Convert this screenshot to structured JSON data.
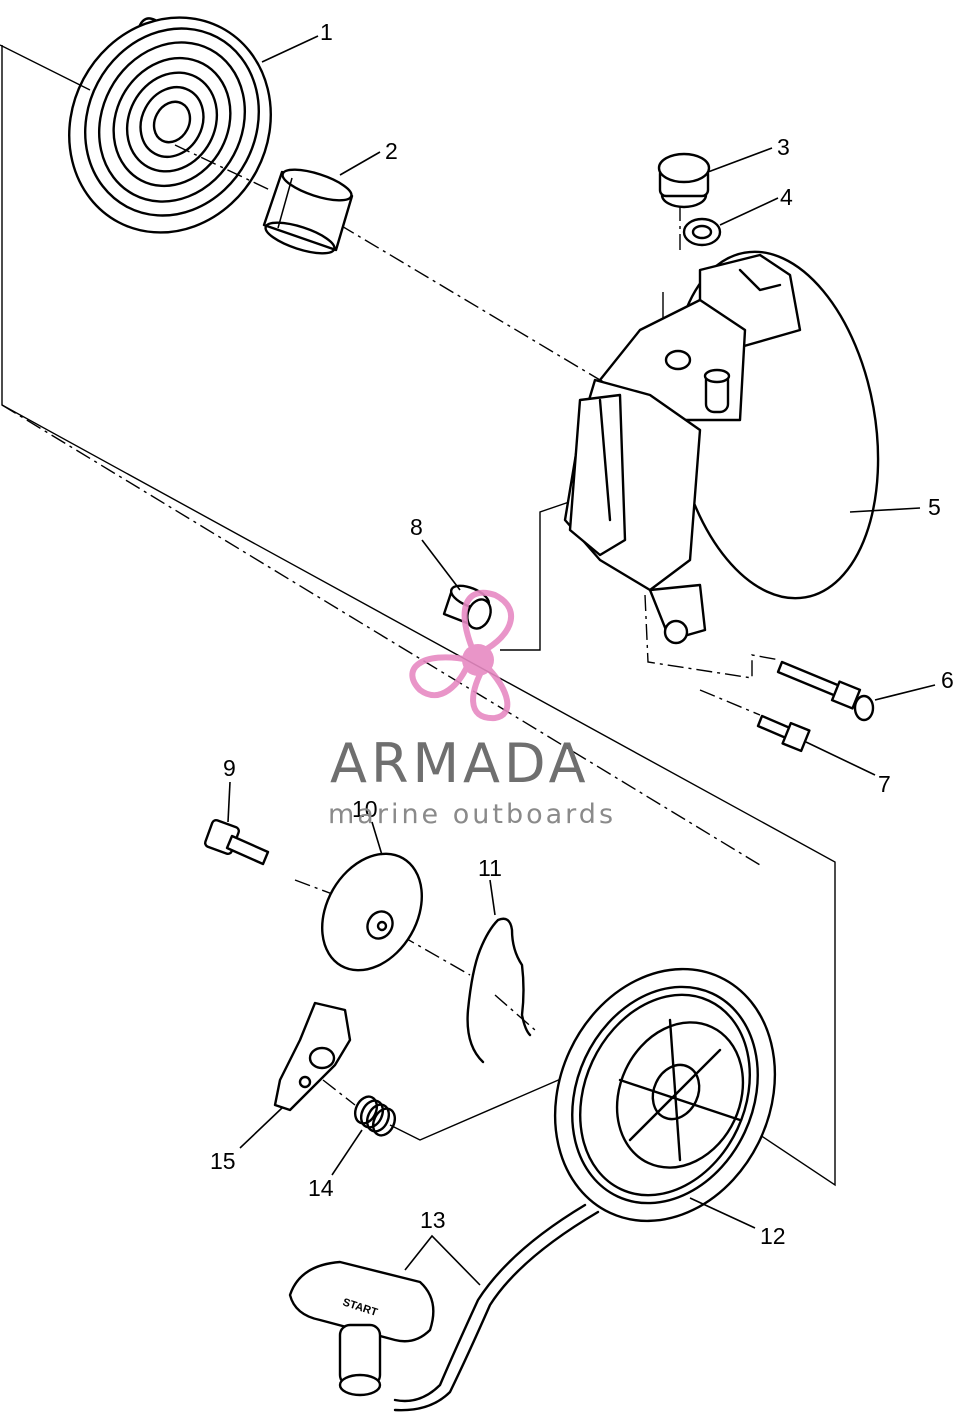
{
  "part_labels": {
    "p1": "1",
    "p2": "2",
    "p3": "3",
    "p4": "4",
    "p5": "5",
    "p6": "6",
    "p7": "7",
    "p8": "8",
    "p9": "9",
    "p10": "10",
    "p11": "11",
    "p12": "12",
    "p13": "13",
    "p14": "14",
    "p15": "15"
  },
  "watermark": {
    "title": "ARMADA",
    "subtitle": "marine outboards",
    "logo_icon": "propeller-icon",
    "colors": {
      "logo": "#e78ac3",
      "text": "#6f6f6f"
    }
  },
  "handle": {
    "grip_text": "START"
  }
}
